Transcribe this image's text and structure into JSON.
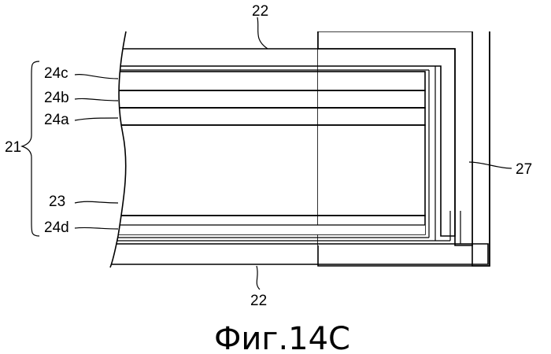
{
  "figure": {
    "caption": "Фиг.14С",
    "labels": {
      "top_22": "22",
      "bottom_22": "22",
      "l21": "21",
      "l24c": "24c",
      "l24b": "24b",
      "l24a": "24a",
      "l23": "23",
      "l24d": "24d",
      "l27": "27"
    }
  }
}
